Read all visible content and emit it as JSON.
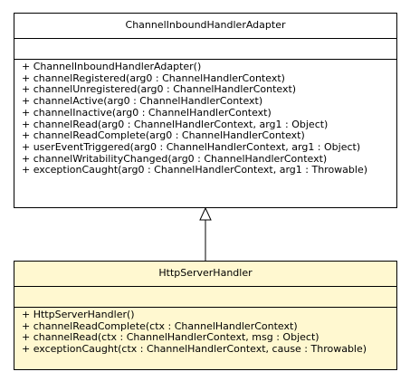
{
  "parent_class": {
    "name": "ChannelInboundHandlerAdapter",
    "operations": [
      "+ ChannelInboundHandlerAdapter()",
      "+ channelRegistered(arg0 : ChannelHandlerContext)",
      "+ channelUnregistered(arg0 : ChannelHandlerContext)",
      "+ channelActive(arg0 : ChannelHandlerContext)",
      "+ channelInactive(arg0 : ChannelHandlerContext)",
      "+ channelRead(arg0 : ChannelHandlerContext, arg1 : Object)",
      "+ channelReadComplete(arg0 : ChannelHandlerContext)",
      "+ userEventTriggered(arg0 : ChannelHandlerContext, arg1 : Object)",
      "+ channelWritabilityChanged(arg0 : ChannelHandlerContext)",
      "+ exceptionCaught(arg0 : ChannelHandlerContext, arg1 : Throwable)"
    ]
  },
  "child_class": {
    "name": "HttpServerHandler",
    "operations": [
      "+ HttpServerHandler()",
      "+ channelReadComplete(ctx : ChannelHandlerContext)",
      "+ channelRead(ctx : ChannelHandlerContext, msg : Object)",
      "+ exceptionCaught(ctx : ChannelHandlerContext, cause : Throwable)"
    ]
  },
  "colors": {
    "child_fill": "#fff8d0",
    "parent_fill": "#ffffff",
    "stroke": "#000000"
  }
}
